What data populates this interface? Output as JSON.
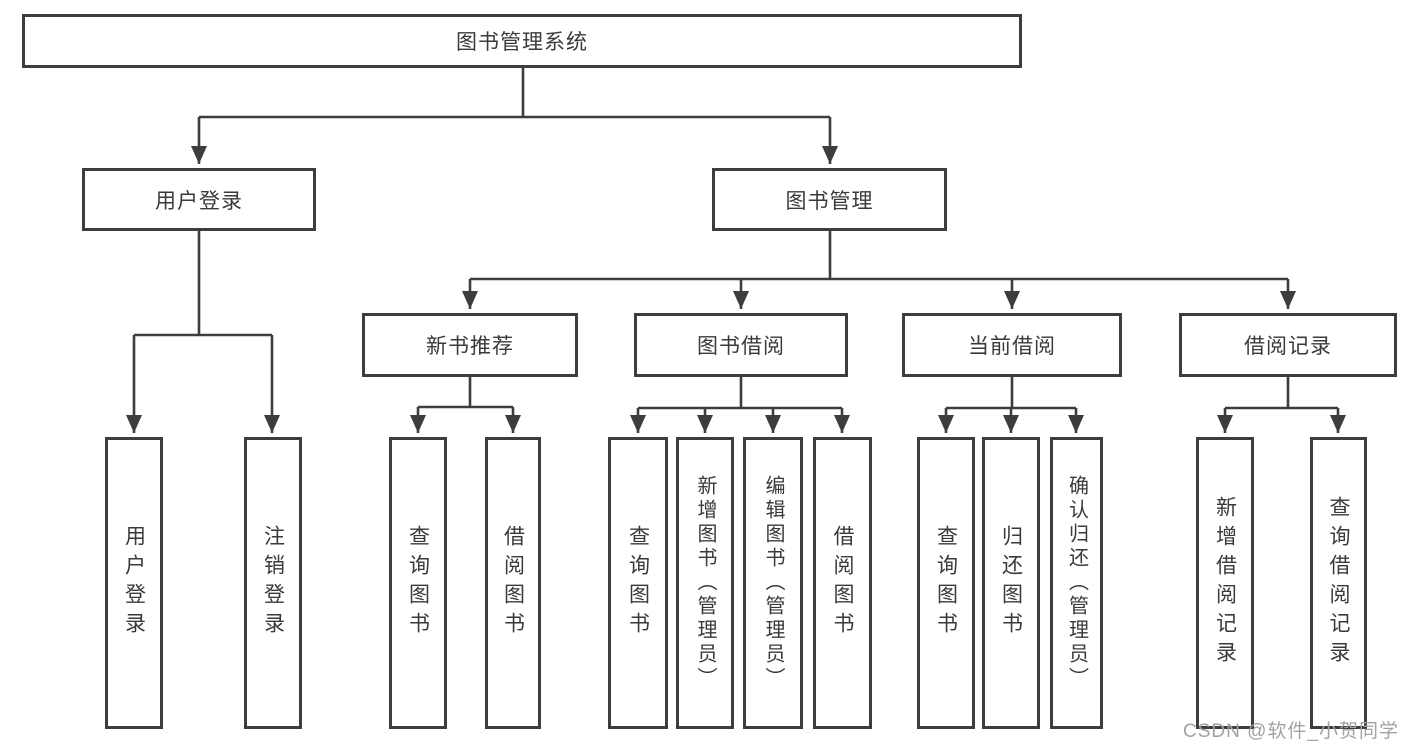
{
  "tree": {
    "root": {
      "label": "图书管理系统"
    },
    "user_login": {
      "label": "用户登录",
      "children": [
        {
          "label": "用户登录"
        },
        {
          "label": "注销登录"
        }
      ]
    },
    "book_management": {
      "label": "图书管理",
      "groups": [
        {
          "label": "新书推荐",
          "children": [
            {
              "label": "查询图书"
            },
            {
              "label": "借阅图书"
            }
          ]
        },
        {
          "label": "图书借阅",
          "children": [
            {
              "label": "查询图书"
            },
            {
              "label": "新增图书（管理员）"
            },
            {
              "label": "编辑图书（管理员）"
            },
            {
              "label": "借阅图书"
            }
          ]
        },
        {
          "label": "当前借阅",
          "children": [
            {
              "label": "查询图书"
            },
            {
              "label": "归还图书"
            },
            {
              "label": "确认归还（管理员）"
            }
          ]
        },
        {
          "label": "借阅记录",
          "children": [
            {
              "label": "新增借阅记录"
            },
            {
              "label": "查询借阅记录"
            }
          ]
        }
      ]
    }
  },
  "watermark": "CSDN @软件_小贺同学",
  "colors": {
    "line": "#3d3d3d",
    "text": "#3a3a3a",
    "watermark": "#a2a2a2",
    "background": "#ffffff"
  }
}
